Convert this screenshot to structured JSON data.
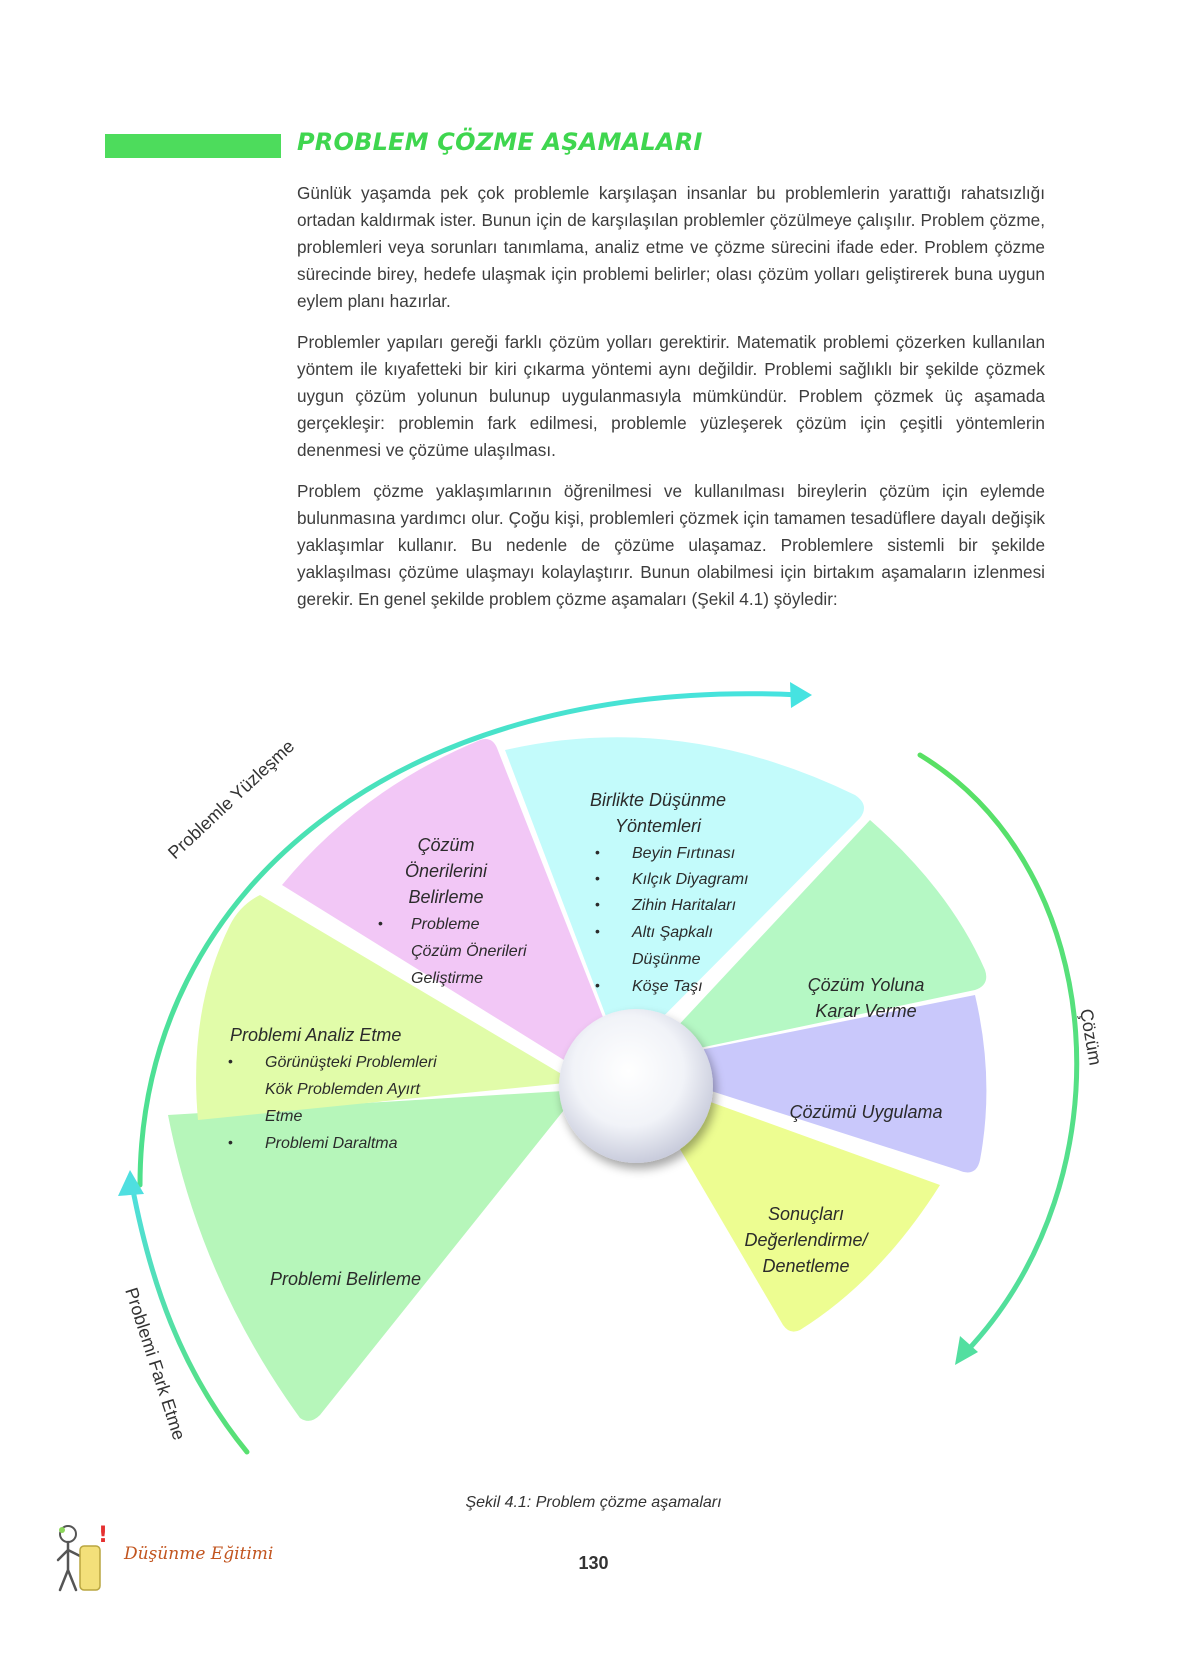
{
  "header": {
    "title": "PROBLEM ÇÖZME AŞAMALARI"
  },
  "paragraphs": [
    "Günlük yaşamda pek çok problemle karşılaşan insanlar bu problemlerin yarattığı rahatsızlığı ortadan kaldırmak ister. Bunun için de karşılaşılan problemler çözülmeye çalışılır. Problem çözme, problemleri veya sorunları tanımlama, analiz etme ve çözme sürecini ifade eder. Problem çözme sürecinde birey, hedefe ulaşmak için problemi belirler; olası çözüm yolları geliştirerek buna uygun eylem planı hazırlar.",
    "Problemler yapıları gereği farklı çözüm yolları gerektirir. Matematik problemi çözerken kullanılan yöntem ile kıyafetteki bir kiri çıkarma yöntemi aynı değildir. Problemi sağlıklı bir şekilde çözmek uygun çözüm yolunun bulunup uygulanmasıyla mümkündür. Problem çözmek üç aşamada gerçekleşir: problemin fark edilmesi, problemle yüzleşerek çözüm için çeşitli yöntemlerin denenmesi ve çözüme ulaşılması.",
    "Problem çözme yaklaşımlarının öğrenilmesi ve kullanılması bireylerin çözüm için eylemde bulunmasına yardımcı olur. Çoğu kişi, problemleri çözmek için tamamen tesadüflere dayalı değişik yaklaşımlar kullanır. Bu nedenle de çözüme ulaşamaz. Problemlere sistemli bir şekilde yaklaşılması çözüme ulaşmayı kolaylaştırır. Bunun olabilmesi için birtakım aşamaların izlenmesi gerekir. En genel şekilde problem çözme aşamaları (Şekil 4.1) şöyledir:"
  ],
  "diagram": {
    "arc_labels": {
      "fark_etme": "Problemi Fark Etme",
      "yuzlesme": "Problemle Yüzleşme",
      "cozum": "Çözüm"
    },
    "segments": {
      "belirleme": {
        "title": "Problemi Belirleme",
        "color": "#b6f6ba"
      },
      "analiz": {
        "title": "Problemi Analiz Etme",
        "items": [
          "Görünüşteki Problemleri",
          "Kök Problemden Ayırt",
          "Etme",
          "Problemi Daraltma"
        ],
        "color": "#e1fca9"
      },
      "oneriler": {
        "title_lines": [
          "Çözüm",
          "Önerilerini",
          "Belirleme"
        ],
        "items": [
          "Probleme",
          "Çözüm Önerileri",
          "Geliştirme"
        ],
        "color": "#f2c7f6"
      },
      "birlikte": {
        "title_lines": [
          "Birlikte Düşünme",
          "Yöntemleri"
        ],
        "items": [
          "Beyin Fırtınası",
          "Kılçık Diyagramı",
          "Zihin Haritaları",
          "Altı Şapkalı",
          "Düşünme",
          "Köşe Taşı"
        ],
        "color": "#c3fbfb"
      },
      "karar": {
        "title_lines": [
          "Çözüm Yoluna",
          "Karar Verme"
        ],
        "color": "#b5f8c4"
      },
      "uygulama": {
        "title": "Çözümü Uygulama",
        "color": "#c9c8fb"
      },
      "degerlendirme": {
        "title_lines": [
          "Sonuçları",
          "Değerlendirme/",
          "Denetleme"
        ],
        "color": "#edfd91"
      }
    }
  },
  "caption": "Şekil 4.1: Problem çözme aşamaları",
  "footer": {
    "brand": "Düşünme Eğitimi",
    "page": "130"
  }
}
